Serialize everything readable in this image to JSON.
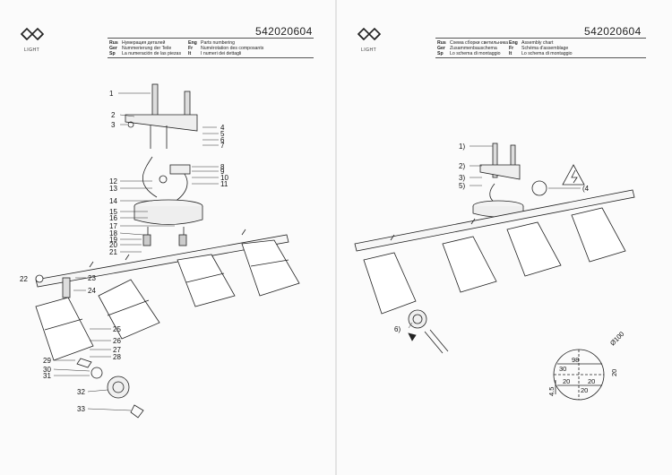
{
  "product_code": "542020604",
  "brand": {
    "logo_text": "LIGHT"
  },
  "left_page": {
    "headings": [
      {
        "lang": "Rus",
        "text": "Нумерация деталей"
      },
      {
        "lang": "Eng",
        "text": "Parts numbering"
      },
      {
        "lang": "Ger",
        "text": "Nummerierung der Teile"
      },
      {
        "lang": "Fr",
        "text": "Numérotation des composants"
      },
      {
        "lang": "Sp",
        "text": "La numeración de las piezas"
      },
      {
        "lang": "It",
        "text": "I numeri dei dettagli"
      }
    ],
    "callouts": [
      "1",
      "2",
      "3",
      "4",
      "5",
      "6",
      "7",
      "8",
      "9",
      "10",
      "11",
      "12",
      "13",
      "14",
      "15",
      "16",
      "17",
      "18",
      "19",
      "20",
      "21",
      "22",
      "23",
      "24",
      "25",
      "26",
      "27",
      "28",
      "29",
      "30",
      "31",
      "32",
      "33"
    ]
  },
  "right_page": {
    "headings": [
      {
        "lang": "Rus",
        "text": "Схема сборки светильника"
      },
      {
        "lang": "Eng",
        "text": "Assembly chart"
      },
      {
        "lang": "Ger",
        "text": "Zusammenbauschema"
      },
      {
        "lang": "Fr",
        "text": "Schéma d'assemblage"
      },
      {
        "lang": "Sp",
        "text": "Lo schema di montaggio"
      },
      {
        "lang": "It",
        "text": "Lo schema di montaggio"
      }
    ],
    "callouts": [
      "1)",
      "2)",
      "3)",
      "5)",
      "(4",
      "6)"
    ],
    "dimensions": [
      "Ø100",
      "98",
      "30",
      "20",
      "20",
      "20",
      "20",
      "4.5"
    ]
  }
}
